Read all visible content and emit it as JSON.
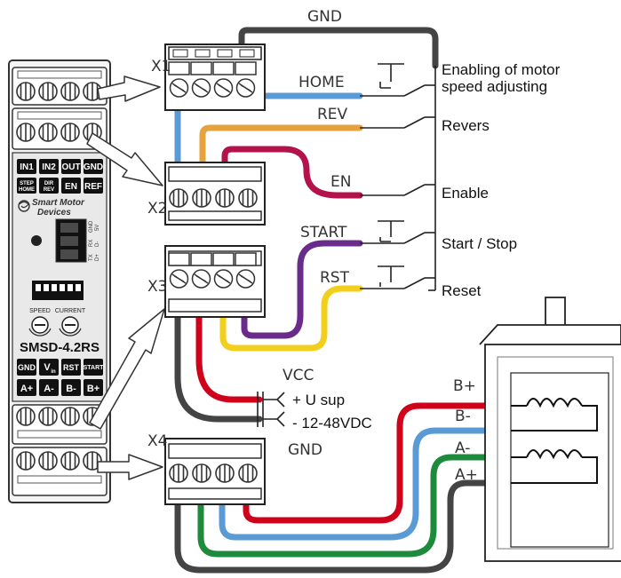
{
  "connectors": {
    "x1": "X1",
    "x2": "X2",
    "x3": "X3",
    "x4": "X4"
  },
  "wires": {
    "gnd_top": "GND",
    "home": "HOME",
    "rev": "REV",
    "en": "EN",
    "start": "START",
    "rst": "RST",
    "vcc": "VCC",
    "gnd_bottom": "GND",
    "b_plus": "B+",
    "b_minus": "B-",
    "a_minus": "A-",
    "a_plus": "A+"
  },
  "functions": {
    "enabling_1": "Enabling of motor",
    "enabling_2": "speed adjusting",
    "revers": "Revers",
    "enable": "Enable",
    "start_stop": "Start / Stop",
    "reset": "Reset"
  },
  "power": {
    "plus": "+ U sup",
    "minus": "-  12-48VDC"
  },
  "device": {
    "model": "SMSD-4.2RS",
    "brand_1": "Smart Motor",
    "brand_2": "Devices",
    "knob_speed": "SPEED",
    "knob_current": "CURRENT",
    "row1": [
      "IN1",
      "IN2",
      "OUT",
      "GND"
    ],
    "row2_step": "STEP",
    "row2_home": "HOME",
    "row2_dir": "DIR",
    "row2_rev": "REV",
    "row2_en": "EN",
    "row2_ref": "REF",
    "row3_gnd": "GND",
    "row3_v": "V",
    "row3_vsub": "in",
    "row3_rst": "RST",
    "row3_start": "START",
    "row4": [
      "A+",
      "A-",
      "B-",
      "B+"
    ],
    "side_top_1": "GND",
    "side_top_2": "5V",
    "side_mid_1": "RX",
    "side_mid_2": "D-",
    "side_bot_1": "TX",
    "side_bot_2": "D+"
  },
  "colors": {
    "blue": "#5b9bd5",
    "orange": "#e6a23c",
    "crimson": "#b3134a",
    "purple": "#6a2c8a",
    "yellow": "#f2cf1d",
    "red": "#d0021b",
    "green": "#1e8a3c",
    "dark": "#444444"
  }
}
